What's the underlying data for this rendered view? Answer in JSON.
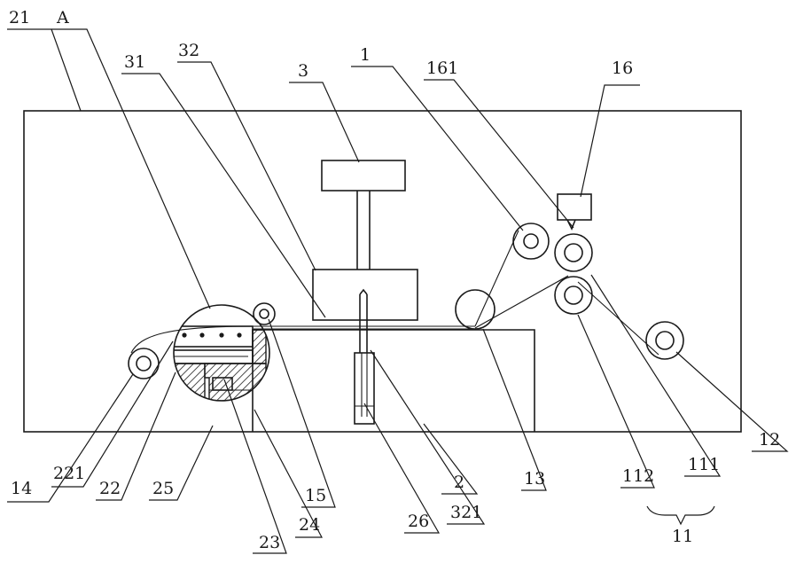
{
  "labels": {
    "l21": "21",
    "lA": "A",
    "l31": "31",
    "l32": "32",
    "l3": "3",
    "l1": "1",
    "l161": "161",
    "l16": "16",
    "l14": "14",
    "l221": "221",
    "l22": "22",
    "l25": "25",
    "l23": "23",
    "l24": "24",
    "l15": "15",
    "l26": "26",
    "l321": "321",
    "l2": "2",
    "l13": "13",
    "l112": "112",
    "l111": "111",
    "l12": "12",
    "l11": "11"
  }
}
